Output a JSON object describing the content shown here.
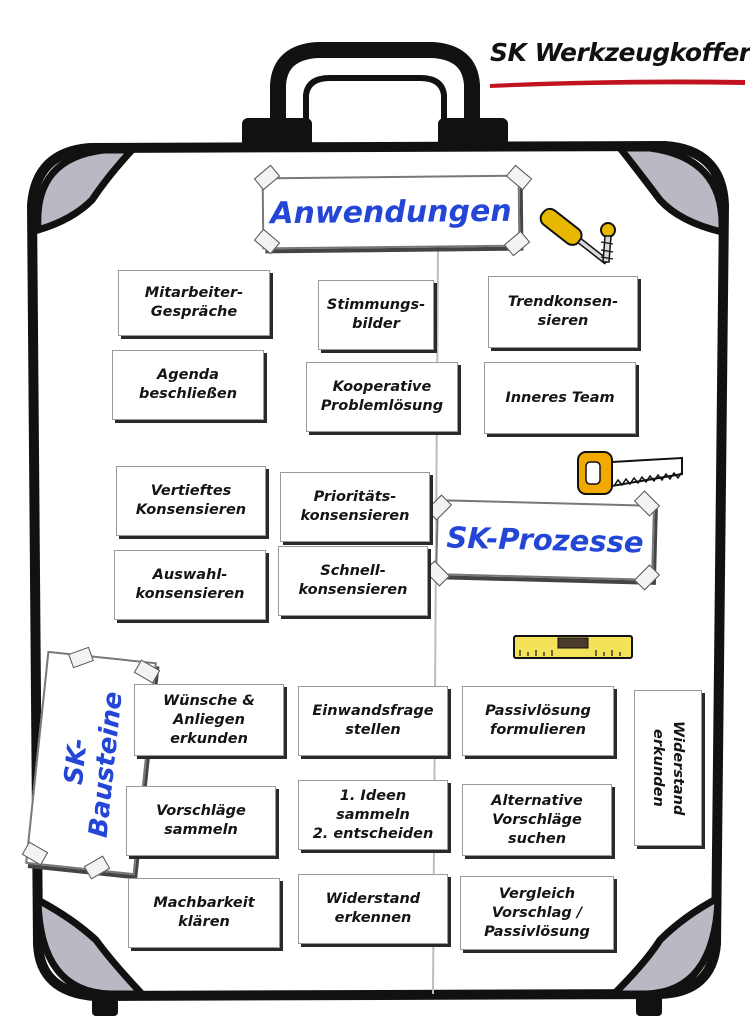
{
  "title": "SK Werkzeugkoffer",
  "colors": {
    "heading_text": "#2346d6",
    "underline": "#c1121f",
    "case_outline": "#111111",
    "corner_fill": "#b9b9c4",
    "screwdriver": "#e6b800",
    "saw_handle": "#f2a900",
    "level": "#f3e25a"
  },
  "icons": [
    "screwdriver-icon",
    "screw-icon",
    "saw-icon",
    "spirit-level-icon",
    "suitcase-outline"
  ],
  "sections": {
    "anwendungen": {
      "heading": "Anwendungen",
      "cards": [
        "Mitarbeiter-\nGespräche",
        "Stimmungs-\nbilder",
        "Trendkonsen-\nsieren",
        "Agenda\nbeschließen",
        "Kooperative\nProblemlösung",
        "Inneres Team"
      ]
    },
    "prozesse": {
      "heading": "SK-Prozesse",
      "cards": [
        "Vertieftes\nKonsensieren",
        "Prioritäts-\nkonsensieren",
        "Auswahl-\nkonsensieren",
        "Schnell-\nkonsensieren"
      ]
    },
    "bausteine": {
      "heading": "SK-\nBausteine",
      "cards": [
        "Wünsche &\nAnliegen\nerkunden",
        "Einwandsfrage\nstellen",
        "Passivlösung\nformulieren",
        "Widerstand\nerkunden",
        "Vorschläge\nsammeln",
        "1. Ideen sammeln\n2. entscheiden",
        "Alternative\nVorschläge\nsuchen",
        "Machbarkeit\nklären",
        "Widerstand\nerkennen",
        "Vergleich\nVorschlag /\nPassivlösung"
      ]
    }
  }
}
